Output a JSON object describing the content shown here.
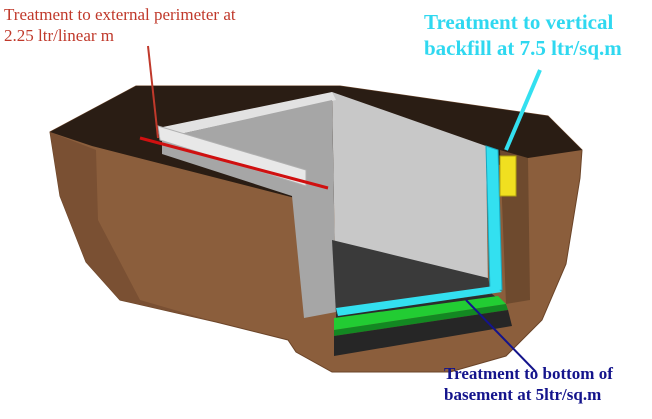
{
  "labels": {
    "external_perimeter": {
      "line1": "Treatment to external perimeter at",
      "line2": "2.25 ltr/linear m",
      "color": "#c0392b"
    },
    "vertical_backfill": {
      "line1": "Treatment to vertical",
      "line2": "backfill at 7.5 ltr/sq.m",
      "color": "#2fd8f0"
    },
    "basement_bottom": {
      "line1": "Treatment to bottom of",
      "line2": "basement at 5ltr/sq.m",
      "color": "#14148c"
    }
  },
  "colors": {
    "earth": "#8b5e3c",
    "earth_dark": "#5a3a22",
    "ground_top": "#2a1d14",
    "wall_light": "#dcdcdc",
    "wall_mid": "#bdbdbd",
    "floor": "#3a3a3a",
    "membrane_green": "#22cc33",
    "treatment_cyan": "#33e0f0",
    "marker_yellow": "#f0e020",
    "perimeter_red": "#d01010"
  }
}
